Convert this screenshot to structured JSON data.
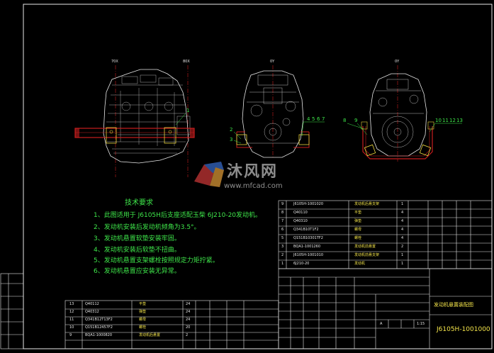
{
  "views": {
    "side_label_left": "70X",
    "side_label_right": "80X",
    "front_label": "0Y",
    "rear_label": "0Y",
    "side_callouts": [
      "1"
    ],
    "front_callouts": [
      "2",
      "3",
      "4",
      "5",
      "6",
      "7"
    ],
    "rear_callouts": [
      "8",
      "9",
      "10",
      "11",
      "12",
      "13"
    ]
  },
  "watermark": {
    "brand": "沐风网",
    "url": "www.mfcad.com"
  },
  "notes": {
    "title": "技术要求",
    "items": [
      "1、此图适用于 J6105H后支座适配玉柴 6J210-20发动机。",
      "2、发动机安装后发动机倾角为3.5°。",
      "3、发动机悬置软垫安装牢固。",
      "4、发动机安装后软垫不扭曲。",
      "5、发动机悬置支架螺栓按照规定力矩拧紧。",
      "6、发动机悬置应安装无异常。"
    ]
  },
  "bom_upper": [
    {
      "no": "9",
      "code": "J6105H-1001020",
      "name": "发动机后悬支架",
      "qty": "1",
      "note": ""
    },
    {
      "no": "8",
      "code": "Q40110",
      "name": "平垫",
      "qty": "4",
      "note": ""
    },
    {
      "no": "7",
      "code": "Q40310",
      "name": "弹垫",
      "qty": "4",
      "note": ""
    },
    {
      "no": "6",
      "code": "Q341B10T1F2",
      "name": "螺母",
      "qty": "4",
      "note": ""
    },
    {
      "no": "5",
      "code": "Q151B10301TF2",
      "name": "螺栓",
      "qty": "4",
      "note": ""
    },
    {
      "no": "3",
      "code": "BQA1-1001260",
      "name": "发动机前悬置",
      "qty": "2",
      "note": ""
    },
    {
      "no": "2",
      "code": "J6105H-1001010",
      "name": "发动机前悬支架",
      "qty": "1",
      "note": ""
    },
    {
      "no": "1",
      "code": "6J210-20",
      "name": "发动机",
      "qty": "1",
      "note": ""
    }
  ],
  "bom_lower": [
    {
      "no": "13",
      "code": "Q40112",
      "name": "平垫",
      "qty": "24"
    },
    {
      "no": "12",
      "code": "Q40312",
      "name": "弹垫",
      "qty": "24"
    },
    {
      "no": "11",
      "code": "Q341B12T13F2",
      "name": "螺母",
      "qty": "24"
    },
    {
      "no": "10",
      "code": "Q151B12457F2",
      "name": "螺栓",
      "qty": "20"
    },
    {
      "no": "9",
      "code": "BQA1-1000820",
      "name": "发动机后悬置",
      "qty": "2"
    }
  ],
  "title_block": {
    "name": "发动机悬置装配图",
    "drawing_no": "J6105H-1001000",
    "scale": "1:15",
    "stage": "A"
  },
  "colors": {
    "background": "#000000",
    "frame": "#e8e8e8",
    "chassis_red": "#c81e1e",
    "text_yellow": "#f2e34a",
    "text_green": "#3ee64a",
    "mount_yellow": "#e8d23c"
  }
}
